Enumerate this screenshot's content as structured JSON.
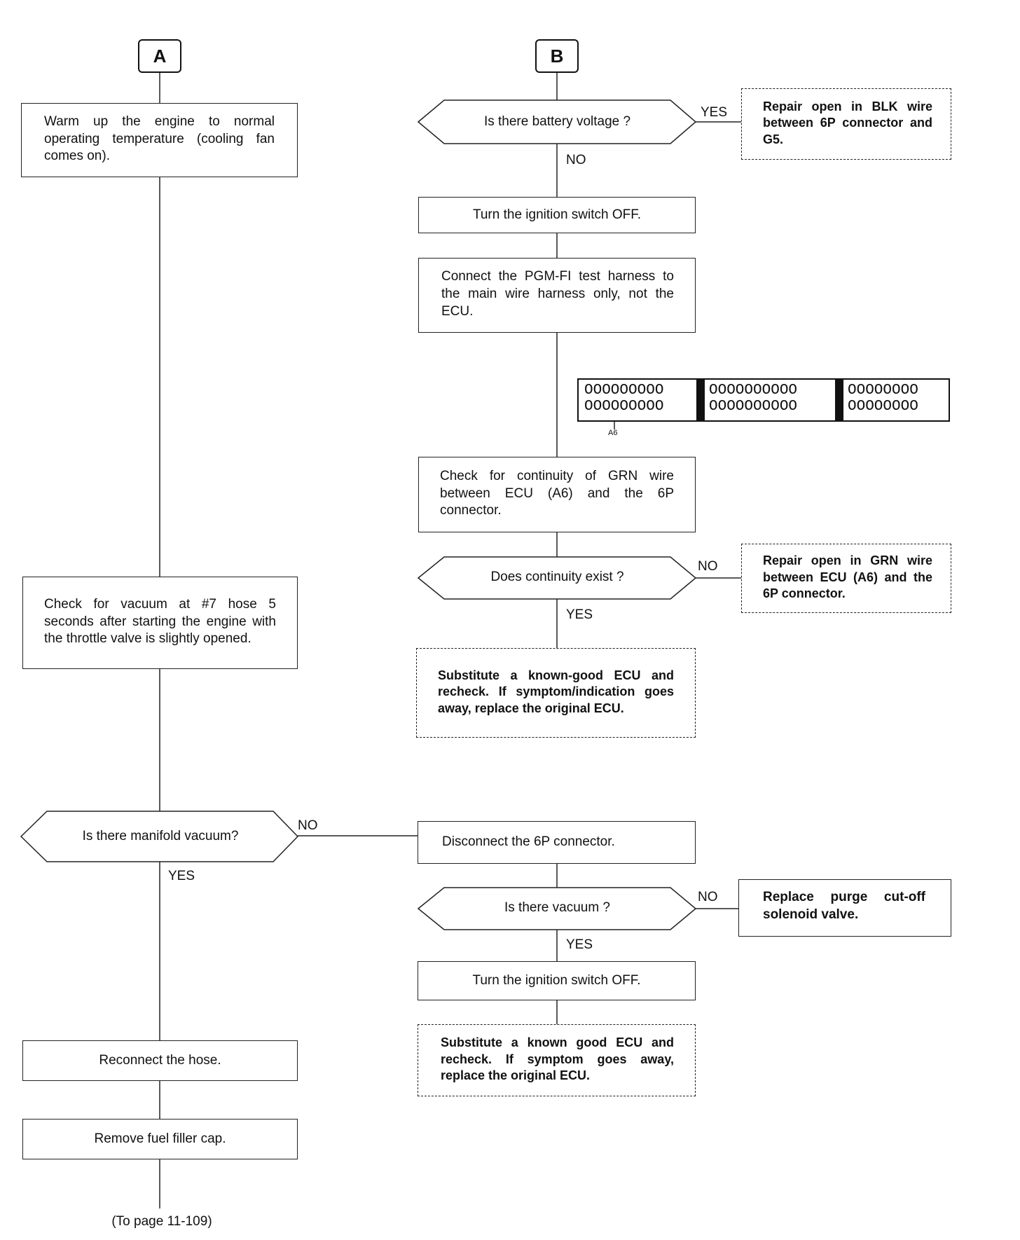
{
  "refs": {
    "a": "A",
    "b": "B"
  },
  "left": {
    "warm_up": "Warm up the engine to normal operating temperature (cooling fan comes on).",
    "check_vacuum": "Check for vacuum at #7 hose 5 seconds after starting the engine with the throttle valve is slightly opened.",
    "q_manifold": "Is there manifold vacuum?",
    "reconnect": "Reconnect the hose.",
    "remove_cap": "Remove fuel filler cap.",
    "footer": "(To page 11-109)"
  },
  "right": {
    "q_battery": "Is there battery voltage ?",
    "repair_blk": "Repair open in BLK wire between 6P connector and G5.",
    "turn_off_1": "Turn the ignition switch OFF.",
    "connect_harness": "Connect the PGM-FI test harness to the main wire harness only, not the ECU.",
    "check_continuity": "Check for continuity of GRN wire between ECU (A6) and the 6P connector.",
    "q_continuity": "Does continuity exist ?",
    "repair_grn": "Repair open in GRN wire between ECU (A6) and the 6P connector.",
    "substitute_1": "Substitute a known-good ECU and recheck. If symptom/indication goes away, replace the original ECU.",
    "disconnect_6p": "Disconnect the 6P connector.",
    "q_vacuum": "Is there vacuum ?",
    "replace_solenoid": "Replace purge cut-off solenoid valve.",
    "turn_off_2": "Turn the ignition switch OFF.",
    "substitute_2": "Substitute a known good ECU and recheck. If symptom goes away, replace the original ECU."
  },
  "labels": {
    "yes": "YES",
    "no": "NO"
  },
  "connector": {
    "seg1": "OOOOOOOOO",
    "seg2": "OOOOOOOOOO",
    "seg3": "OOOOOOOO",
    "pin_label": "A6"
  }
}
